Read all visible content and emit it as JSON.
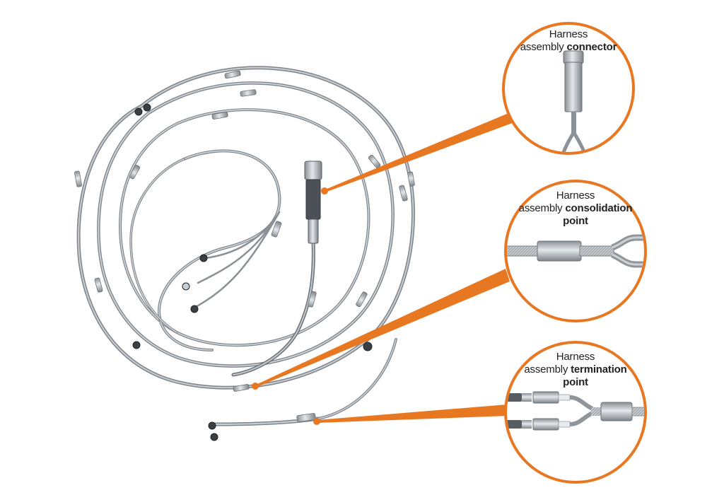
{
  "colors": {
    "accent": "#e87722",
    "cable": "#9ea4a8",
    "metal": "#b9bec2",
    "dark_metal": "#5a6066",
    "background": "#ffffff"
  },
  "callouts": [
    {
      "id": "connector",
      "line1": "Harness",
      "line2_regular": "assembly ",
      "line2_bold": "connector",
      "line3_bold": ""
    },
    {
      "id": "consolidation",
      "line1": "Harness",
      "line2_regular": "assembly ",
      "line2_bold": "consolidation",
      "line3_bold": "point"
    },
    {
      "id": "termination",
      "line1": "Harness",
      "line2_regular": "assembly ",
      "line2_bold": "termination",
      "line3_bold": "point"
    }
  ]
}
